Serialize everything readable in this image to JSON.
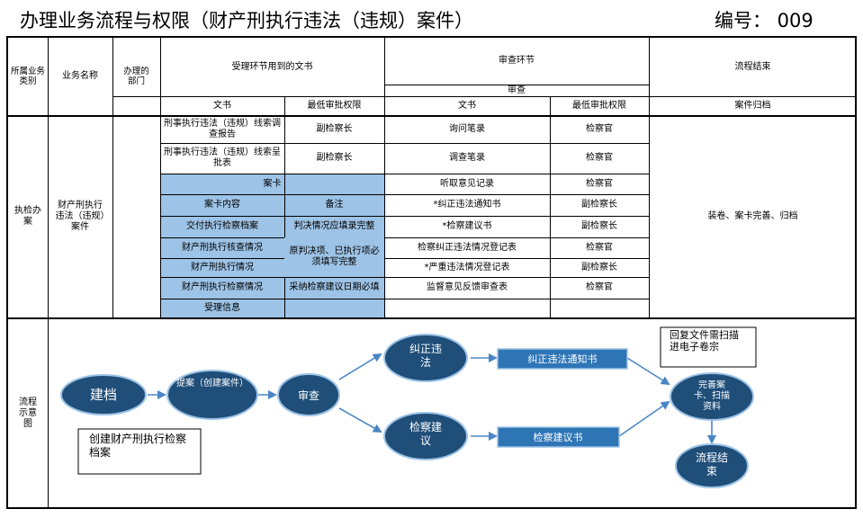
{
  "title": {
    "main": "办理业务流程与权限（财产刑执行违法（违规）案件）",
    "number": "编号： 009"
  },
  "header": {
    "category": "所属业务类别",
    "business_name": "业务名称",
    "department": "办理的部门",
    "docs_used": "受理环节用到的文书",
    "review_stage": "审查环节",
    "review": "审查",
    "flow_end": "流程结束",
    "doc": "文书",
    "min_authority": "最低审批权限",
    "archive": "案件归档"
  },
  "body": {
    "category": "执检办案",
    "business_name": "财产刑执行违法（违规）案件",
    "accept_docs": [
      {
        "doc": "刑事执行违法（违规）线索调查报告",
        "authority": "副检察长"
      },
      {
        "doc": "刑事执行违法（违规）线索呈批表",
        "authority": "副检察长"
      }
    ],
    "case_card": {
      "title": "案卡",
      "col1": "案卡内容",
      "col2": "备注",
      "rows": [
        {
          "content": "交付执行检察档案",
          "note": "判决情况应填录完整"
        },
        {
          "content": "财产刑执行核查情况",
          "note": "原判决项、已执行项必须填写完整"
        },
        {
          "content": "财产刑执行情况",
          "note": ""
        },
        {
          "content": "财产刑执行检察情况",
          "note": "采纳检察建议日期必填"
        }
      ],
      "footer": "受理信息"
    },
    "review_docs": [
      {
        "doc": "询问笔录",
        "authority": "检察官"
      },
      {
        "doc": "调查笔录",
        "authority": "检察官"
      },
      {
        "doc": "听取意见记录",
        "authority": "检察官"
      },
      {
        "doc": "*纠正违法通知书",
        "authority": "副检察长"
      },
      {
        "doc": "*检察建议书",
        "authority": "副检察长"
      },
      {
        "doc": "检察纠正违法情况登记表",
        "authority": "检察官"
      },
      {
        "doc": "*严重违法情况登记表",
        "authority": "副检察长"
      },
      {
        "doc": "监督意见反馈审查表",
        "authority": "检察官"
      }
    ],
    "flow_end_text": "装卷、案卡完善、归档"
  },
  "diagram": {
    "row_label": "流程示意图",
    "nodes": {
      "create": "建档",
      "file": "提案（创建案件）",
      "review": "审查",
      "correct": "纠正违法",
      "suggest": "检察建议",
      "complete": "完善案卡、扫描资料",
      "end": "流程结束"
    },
    "boxes": {
      "correct_notice": "纠正违法通知书",
      "suggest_doc": "检察建议书"
    },
    "notes": {
      "reply": "回复文件需扫描进电子卷宗",
      "create_note": "创建财产刑执行检察档案"
    },
    "colors": {
      "node_fill": "#1f4e79",
      "node_stroke": "#9dc3e6",
      "box_fill": "#2e75b6",
      "arrow": "#4a86c5",
      "table_blue": "#9dc3e6"
    }
  }
}
